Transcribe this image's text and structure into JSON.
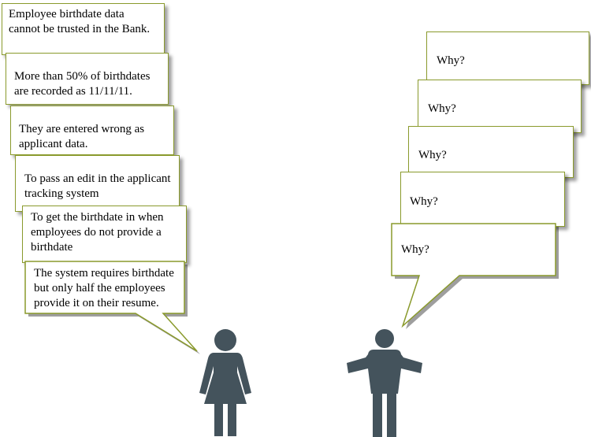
{
  "colors": {
    "box_border": "#8a9a2c",
    "figure_fill": "#44535c"
  },
  "left_stack": [
    {
      "text": "Employee birthdate data cannot be trusted in the Bank."
    },
    {
      "text": "More than 50% of birthdates are recorded as 11/11/11."
    },
    {
      "text": "They are entered wrong as applicant data."
    },
    {
      "text": "To pass an edit in the applicant tracking system"
    },
    {
      "text": "To get the birthdate in when employees do not provide a birthdate"
    },
    {
      "text": "The system requires birthdate but only half the employees provide it on their resume."
    }
  ],
  "right_stack": [
    {
      "text": "Why?"
    },
    {
      "text": "Why?"
    },
    {
      "text": "Why?"
    },
    {
      "text": "Why?"
    },
    {
      "text": "Why?"
    }
  ],
  "icons": {
    "woman": "woman-figure-icon",
    "man": "man-shrugging-figure-icon"
  }
}
